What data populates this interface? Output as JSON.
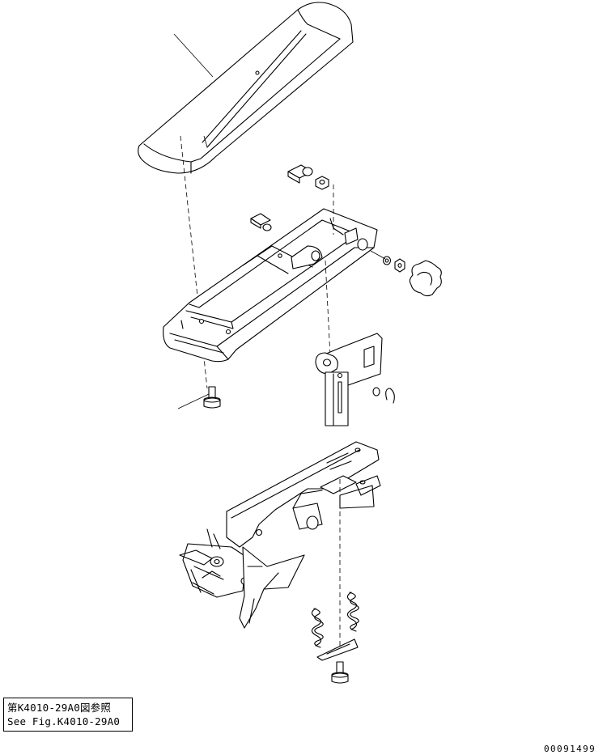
{
  "reference_note": {
    "line1": "第K4010-29A0図参照",
    "line2": "See Fig.K4010-29A0"
  },
  "drawing_number": "00091499",
  "parts": [
    "armrest-cushion-icon",
    "bolt-icon",
    "nut-icon",
    "armrest-base-icon",
    "washer-icon",
    "knob-icon",
    "bracket-plate-icon",
    "pin-icon",
    "seat-frame-icon",
    "spring-icon",
    "bottom-bolt-icon"
  ]
}
